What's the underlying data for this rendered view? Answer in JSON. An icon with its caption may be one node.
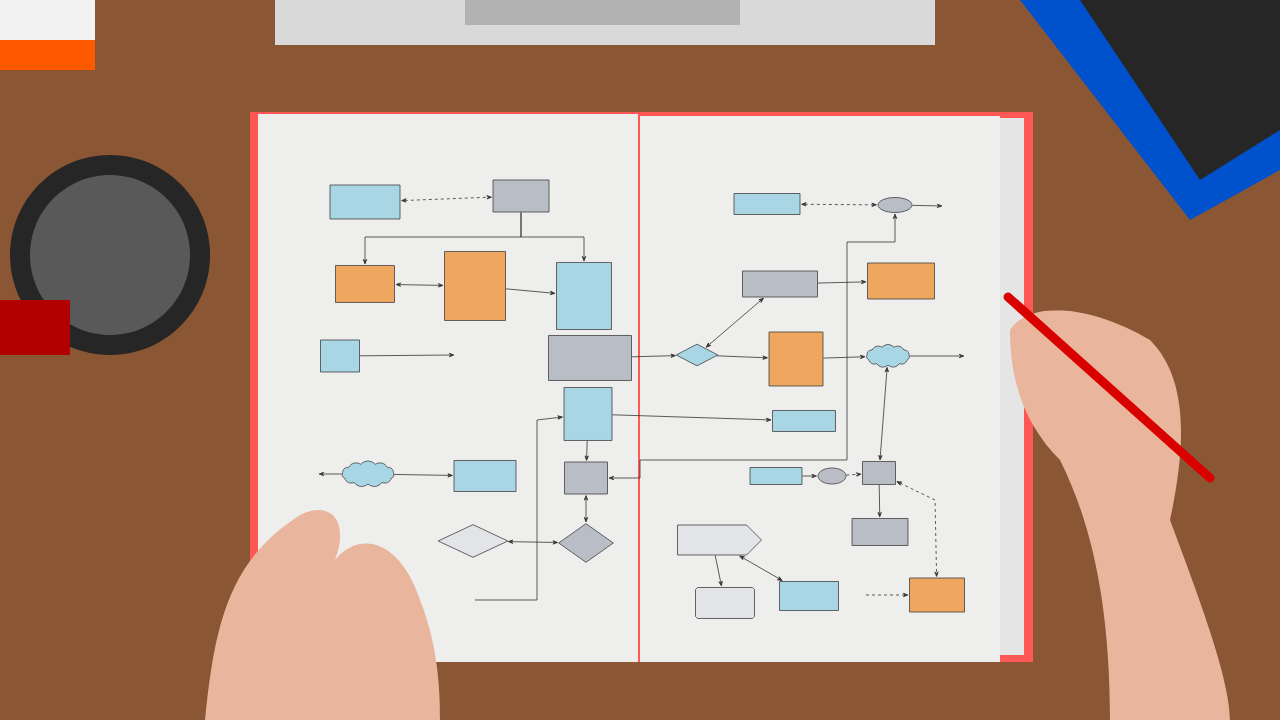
{
  "diagram": {
    "nodes": [
      {
        "text": [],
        "shape": "box"
      },
      {
        "text": [],
        "shape": "box"
      },
      {
        "text": [],
        "shape": "box"
      },
      {
        "text": [],
        "shape": "box"
      },
      {
        "text": [],
        "shape": "box"
      },
      {
        "text": [],
        "shape": "box"
      },
      {
        "text": [],
        "shape": "box"
      },
      {
        "text": [],
        "shape": "box"
      },
      {
        "text": [],
        "shape": "cloud"
      },
      {
        "text": [],
        "shape": "box"
      },
      {
        "text": [],
        "shape": "box"
      },
      {
        "text": [],
        "shape": "diamond"
      },
      {
        "text": [],
        "shape": "diamond"
      },
      {
        "text": [],
        "shape": "box"
      },
      {
        "text": [],
        "shape": "circle"
      },
      {
        "text": [],
        "shape": "box"
      },
      {
        "text": [],
        "shape": "box"
      },
      {
        "text": [],
        "shape": "diamond"
      },
      {
        "text": [],
        "shape": "box"
      },
      {
        "text": [],
        "shape": "cloud"
      },
      {
        "text": [],
        "shape": "box"
      },
      {
        "text": [],
        "shape": "box"
      },
      {
        "text": [],
        "shape": "circle"
      },
      {
        "text": [],
        "shape": "box"
      },
      {
        "text": [],
        "shape": "pentagon"
      },
      {
        "text": [],
        "shape": "hexagon"
      },
      {
        "text": [],
        "shape": "box"
      },
      {
        "text": [],
        "shape": "box"
      },
      {
        "text": [],
        "shape": "box"
      }
    ],
    "edges": [
      {
        "from": 0,
        "to": 1,
        "arrow": "both",
        "style": "dashed"
      },
      {
        "from": 1,
        "to": 2,
        "arrow": "to"
      },
      {
        "from": 1,
        "to": 4,
        "arrow": "to"
      },
      {
        "from": 2,
        "to": 3,
        "arrow": "both"
      },
      {
        "from": 3,
        "to": 4,
        "arrow": "to"
      },
      {
        "from": 5,
        "to": null,
        "arrow": "to"
      },
      {
        "from": 8,
        "to": null,
        "arrow": "to"
      },
      {
        "from": 8,
        "to": 9,
        "arrow": "to"
      },
      {
        "from": 7,
        "to": 10,
        "arrow": "to"
      },
      {
        "from": 11,
        "to": 12,
        "arrow": "both"
      },
      {
        "from": 12,
        "to": 10,
        "arrow": "both"
      },
      {
        "from": 6,
        "to": 17,
        "arrow": "to"
      },
      {
        "from": 17,
        "to": 18,
        "arrow": "to"
      },
      {
        "from": 18,
        "to": 19,
        "arrow": "to"
      },
      {
        "from": 19,
        "to": null,
        "arrow": "to"
      },
      {
        "from": 17,
        "to": 15,
        "arrow": "both"
      },
      {
        "from": 15,
        "to": 16,
        "arrow": "to"
      },
      {
        "from": 13,
        "to": 14,
        "arrow": "both",
        "style": "dashed"
      },
      {
        "from": 14,
        "to": null,
        "arrow": "to"
      },
      {
        "from": 10,
        "to": 14,
        "arrow": "both"
      },
      {
        "from": 7,
        "to": 20,
        "arrow": "to"
      },
      {
        "from": 21,
        "to": 22,
        "arrow": "to"
      },
      {
        "from": 22,
        "to": 23,
        "arrow": "to",
        "style": "dashed"
      },
      {
        "from": 23,
        "to": 19,
        "arrow": "both"
      },
      {
        "from": 23,
        "to": 27,
        "arrow": "to"
      },
      {
        "from": 23,
        "to": 28,
        "arrow": "both",
        "style": "dashed"
      },
      {
        "from": null,
        "to": 28,
        "arrow": "to",
        "style": "dashed"
      },
      {
        "from": 24,
        "to": 25,
        "arrow": "to"
      },
      {
        "from": 24,
        "to": 26,
        "arrow": "both"
      },
      {
        "from": null,
        "to": 7,
        "arrow": "to"
      }
    ]
  }
}
